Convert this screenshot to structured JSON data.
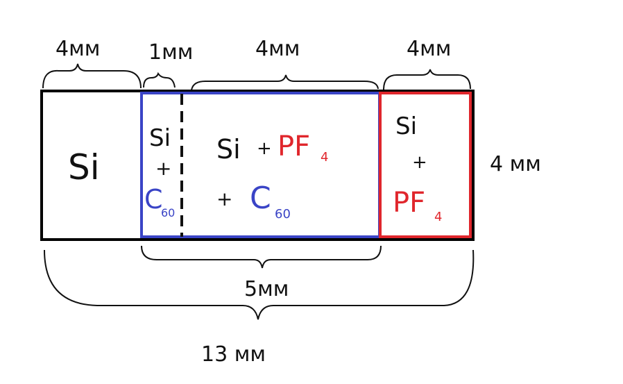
{
  "dimensions": {
    "top_1": "4мм",
    "top_2": "1мм",
    "top_3": "4мм",
    "top_4": "4мм",
    "right": "4 мм",
    "bottom_blue": "5мм",
    "bottom_total": "13 мм"
  },
  "regions": {
    "si": {
      "text": "Si"
    },
    "si_c60": {
      "line1": "Si",
      "line2": "+",
      "c": "C",
      "sub": "60"
    },
    "si_pf4_c60": {
      "si": "Si",
      "plus1": "+",
      "pf": "PF",
      "pf_sub": "4",
      "plus2": "+",
      "c": "C",
      "c_sub": "60"
    },
    "si_pf4": {
      "si": "Si",
      "plus": "+",
      "pf": "PF",
      "pf_sub": "4"
    }
  },
  "colors": {
    "black": "#000000",
    "blue": "#3a44c6",
    "red": "#e0262c"
  }
}
